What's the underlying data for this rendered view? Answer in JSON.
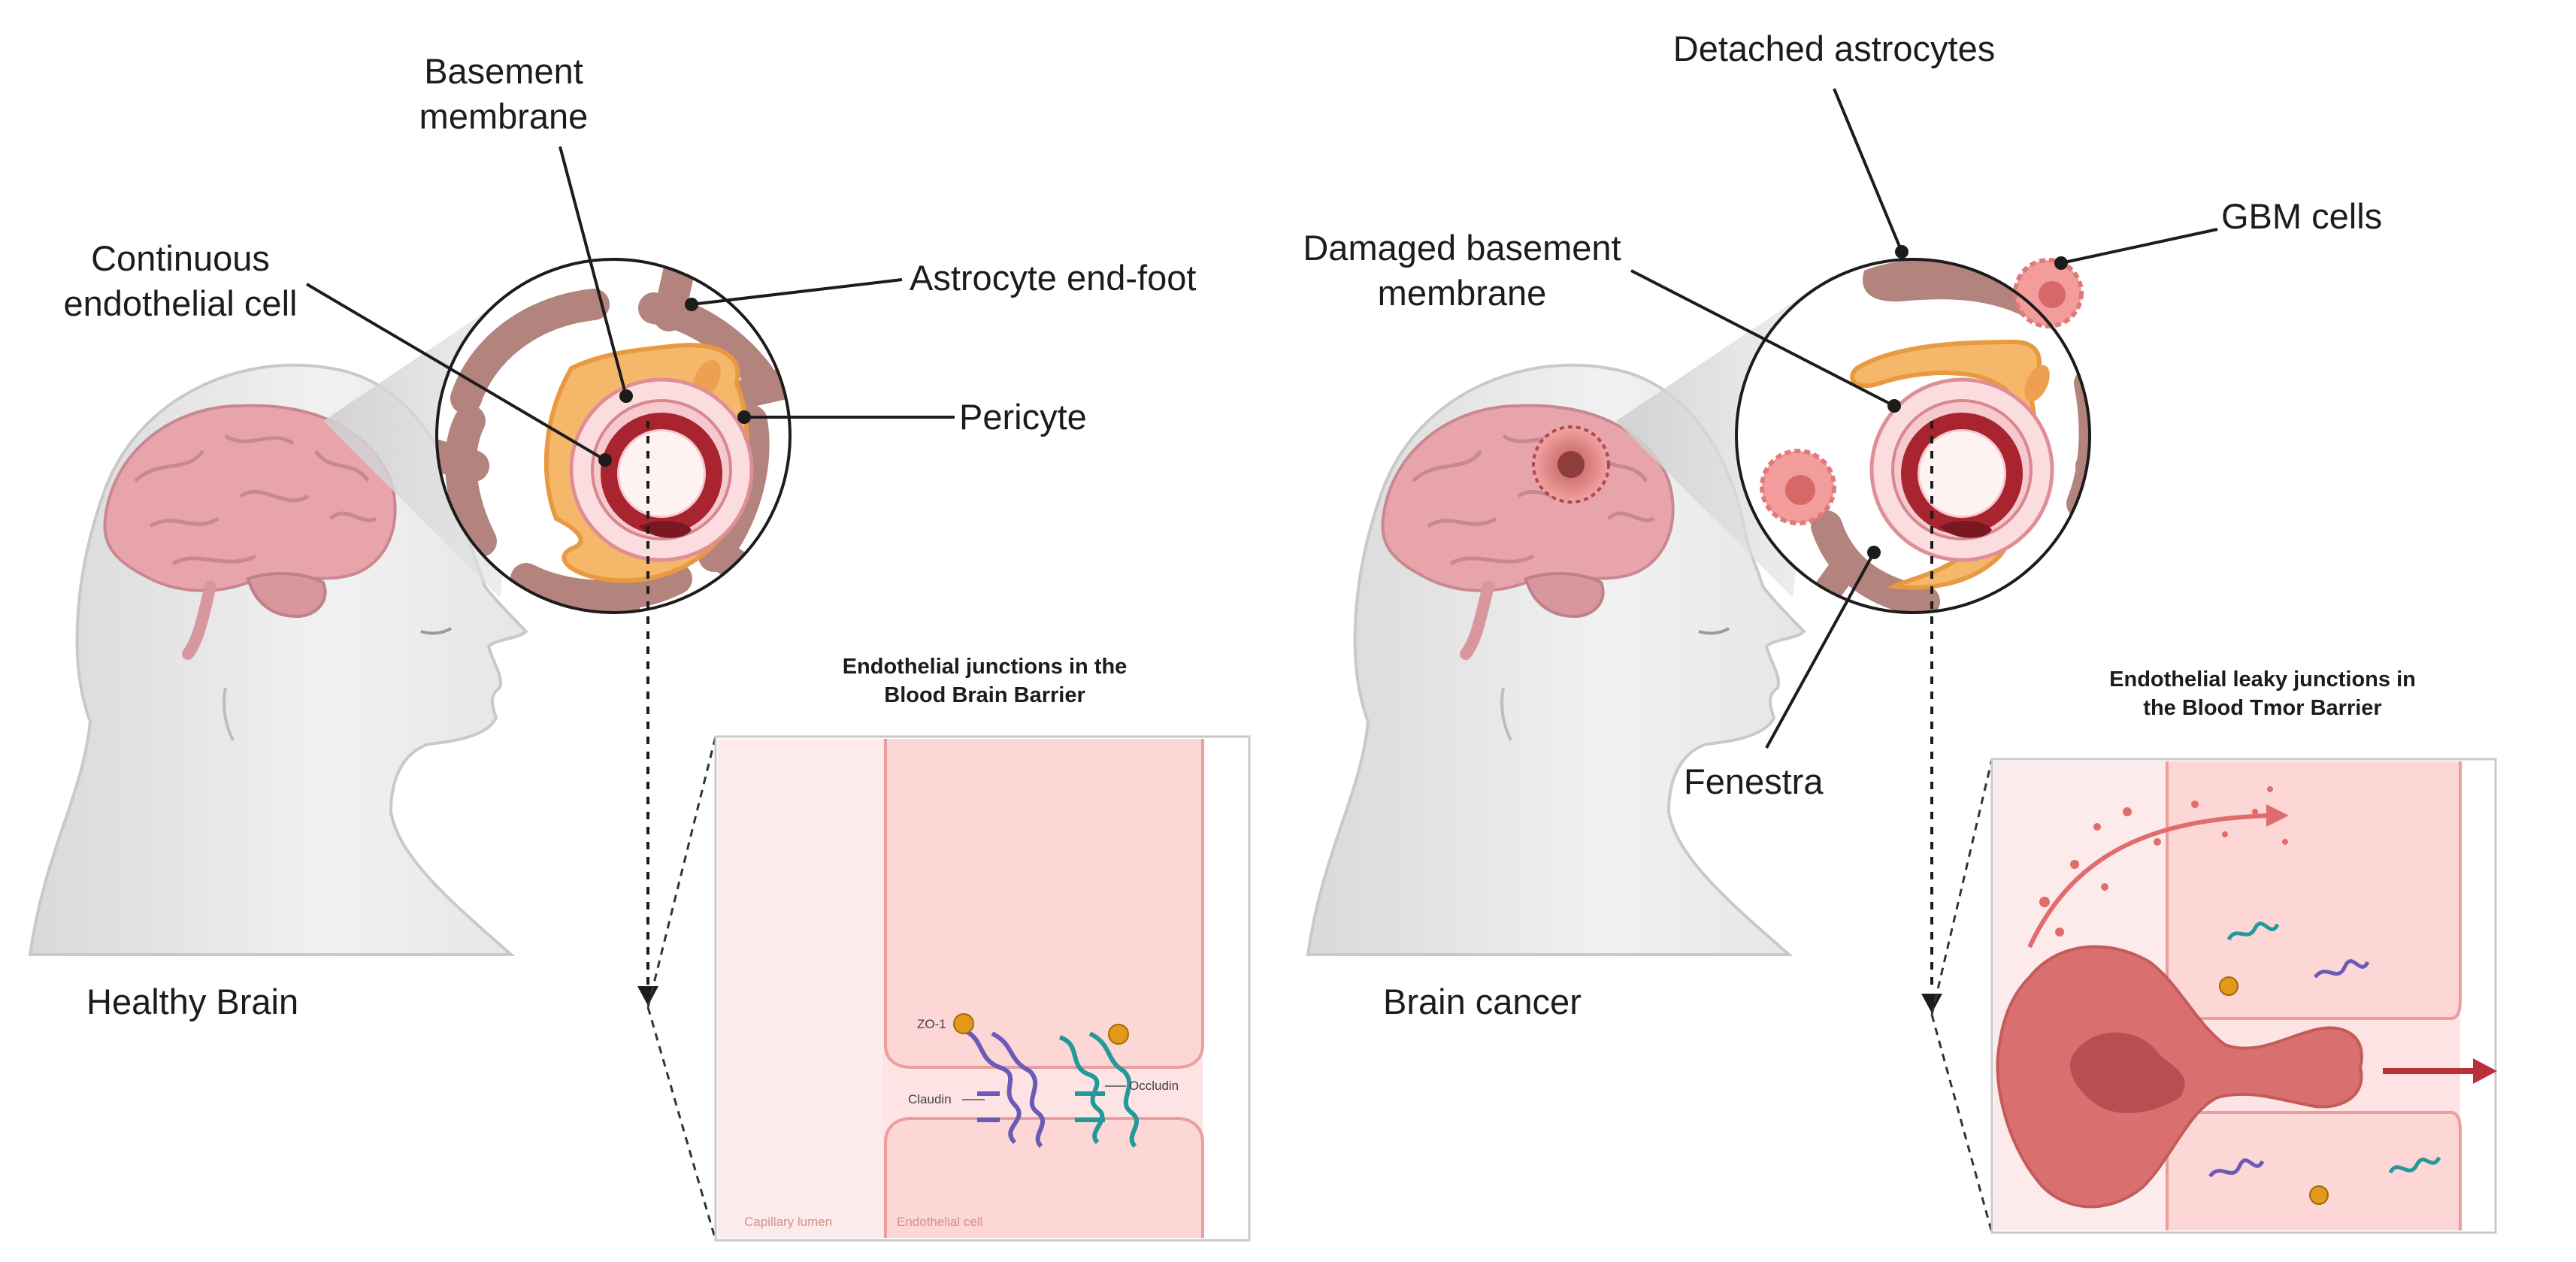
{
  "left_panel": {
    "caption": "Healthy Brain",
    "labels": {
      "basement_membrane": [
        "Basement",
        "membrane"
      ],
      "continuous_endothelial": [
        "Continuous",
        "endothelial cell"
      ],
      "astrocyte_end_foot": "Astrocyte end-foot",
      "pericyte": "Pericyte"
    },
    "inset": {
      "title": [
        "Endothelial junctions in the",
        "Blood Brain Barrier"
      ],
      "zo1": "ZO-1",
      "claudin": "Claudin",
      "occludin": "Occludin",
      "capillary_lumen": "Capillary lumen",
      "endothelial_cell": "Endothelial cell"
    }
  },
  "right_panel": {
    "caption": "Brain cancer",
    "labels": {
      "detached_astrocytes": "Detached astrocytes",
      "gbm_cells": "GBM cells",
      "damaged_basement": [
        "Damaged basement",
        "membrane"
      ],
      "fenestra": "Fenestra"
    },
    "inset": {
      "title": [
        "Endothelial leaky junctions in",
        "the Blood Tmor Barrier"
      ]
    }
  },
  "colors": {
    "astrocyte": "#b3837d",
    "pericyte": "#f5b86a",
    "pericyte_edge": "#e89a40",
    "endothelial_red": "#a8242f",
    "vessel_pink": "#fbdde0",
    "inset_bg": "#fde3e3",
    "claudin": "#6a5bb8",
    "occludin": "#22999a",
    "zo1": "#e39a1a",
    "tumor": "#e28a8a",
    "skin": "#efefef",
    "brain": "#e7a4ab"
  }
}
